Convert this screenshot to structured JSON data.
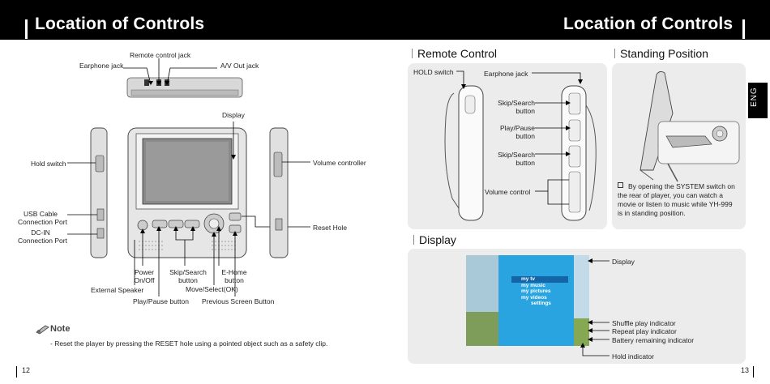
{
  "header": {
    "left_title": "Location of Controls",
    "right_title": "Location of Controls"
  },
  "side_tab": "ENG",
  "left_page": {
    "labels": {
      "remote_control_jack": "Remote control jack",
      "earphone_jack": "Earphone jack",
      "av_out_jack": "A/V Out jack",
      "display": "Display",
      "hold_switch": "Hold switch",
      "volume_controller": "Volume controller",
      "usb_cable_1": "USB Cable",
      "usb_cable_2": "Connection Port",
      "dcin_1": "DC-IN",
      "dcin_2": "Connection Port",
      "reset_hole": "Reset Hole",
      "power_1": "Power",
      "power_2": "On/Off",
      "skip_search_1": "Skip/Search",
      "skip_search_2": "button",
      "ehome_1": "E-Home",
      "ehome_2": "button",
      "external_speaker": "External Speaker",
      "move_select": "Move/Select(OK)",
      "play_pause_button": "Play/Pause button",
      "previous_screen_button": "Previous Screen Button"
    },
    "note_title": "Note",
    "note_text": "- Reset the player by pressing the RESET hole using a pointed object such as a safety clip.",
    "page_number": "12"
  },
  "right_page": {
    "remote_section_title": "Remote Control",
    "standing_section_title": "Standing Position",
    "display_section_title": "Display",
    "remote_labels": {
      "hold_switch": "HOLD switch",
      "earphone_jack": "Earphone jack",
      "skip_search_1a": "Skip/Search",
      "skip_search_1b": "button",
      "play_pause_a": "Play/Pause",
      "play_pause_b": "button",
      "skip_search_2a": "Skip/Search",
      "skip_search_2b": "button",
      "volume_control": "Volume control"
    },
    "standing_text": "By opening the SYSTEM switch on the rear of player, you can watch a movie or listen to music while YH-999 is in standing position.",
    "display_labels": {
      "display": "Display",
      "shuffle": "Shuffle play indicator",
      "repeat": "Repeat play indicator",
      "battery": "Battery remaining indicator",
      "hold": "Hold indicator"
    },
    "menu_items": [
      "my tv",
      "my music",
      "my pictures",
      "my videos",
      "settings"
    ],
    "page_number": "13"
  }
}
